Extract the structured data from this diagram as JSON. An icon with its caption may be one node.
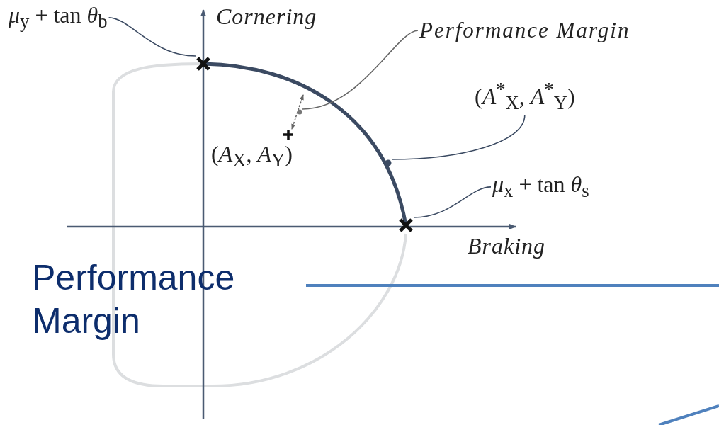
{
  "diagram": {
    "nodes": [
      {
        "text": [
          "*μ*$_{y}$ + tan *θ*$_{b}$"
        ]
      },
      {
        "text": [],
        "shape": "cross"
      },
      {
        "text": [
          "Performance Margin"
        ]
      },
      {
        "text": [],
        "shape": "circle"
      },
      {
        "text": [
          "(*A*$^{*}$$_{X}$, *A*$^{*}$$_{Y}$)"
        ]
      },
      {
        "text": [],
        "shape": "circle"
      },
      {
        "text": [
          "*μ*$_{x}$ + tan *θ*$_{s}$"
        ]
      },
      {
        "text": [],
        "shape": "cross"
      }
    ],
    "edges": [
      {
        "from": 0,
        "to": 1,
        "arrow": "none"
      },
      {
        "from": 2,
        "to": 3,
        "arrow": "none"
      },
      {
        "from": 4,
        "to": 5,
        "arrow": "none"
      },
      {
        "from": 6,
        "to": 7,
        "arrow": "none"
      }
    ],
    "labels": [
      "Cornering",
      "(*A*$_{X}$, *A*$_{Y}$)",
      "Braking",
      "Performance Margin"
    ]
  }
}
